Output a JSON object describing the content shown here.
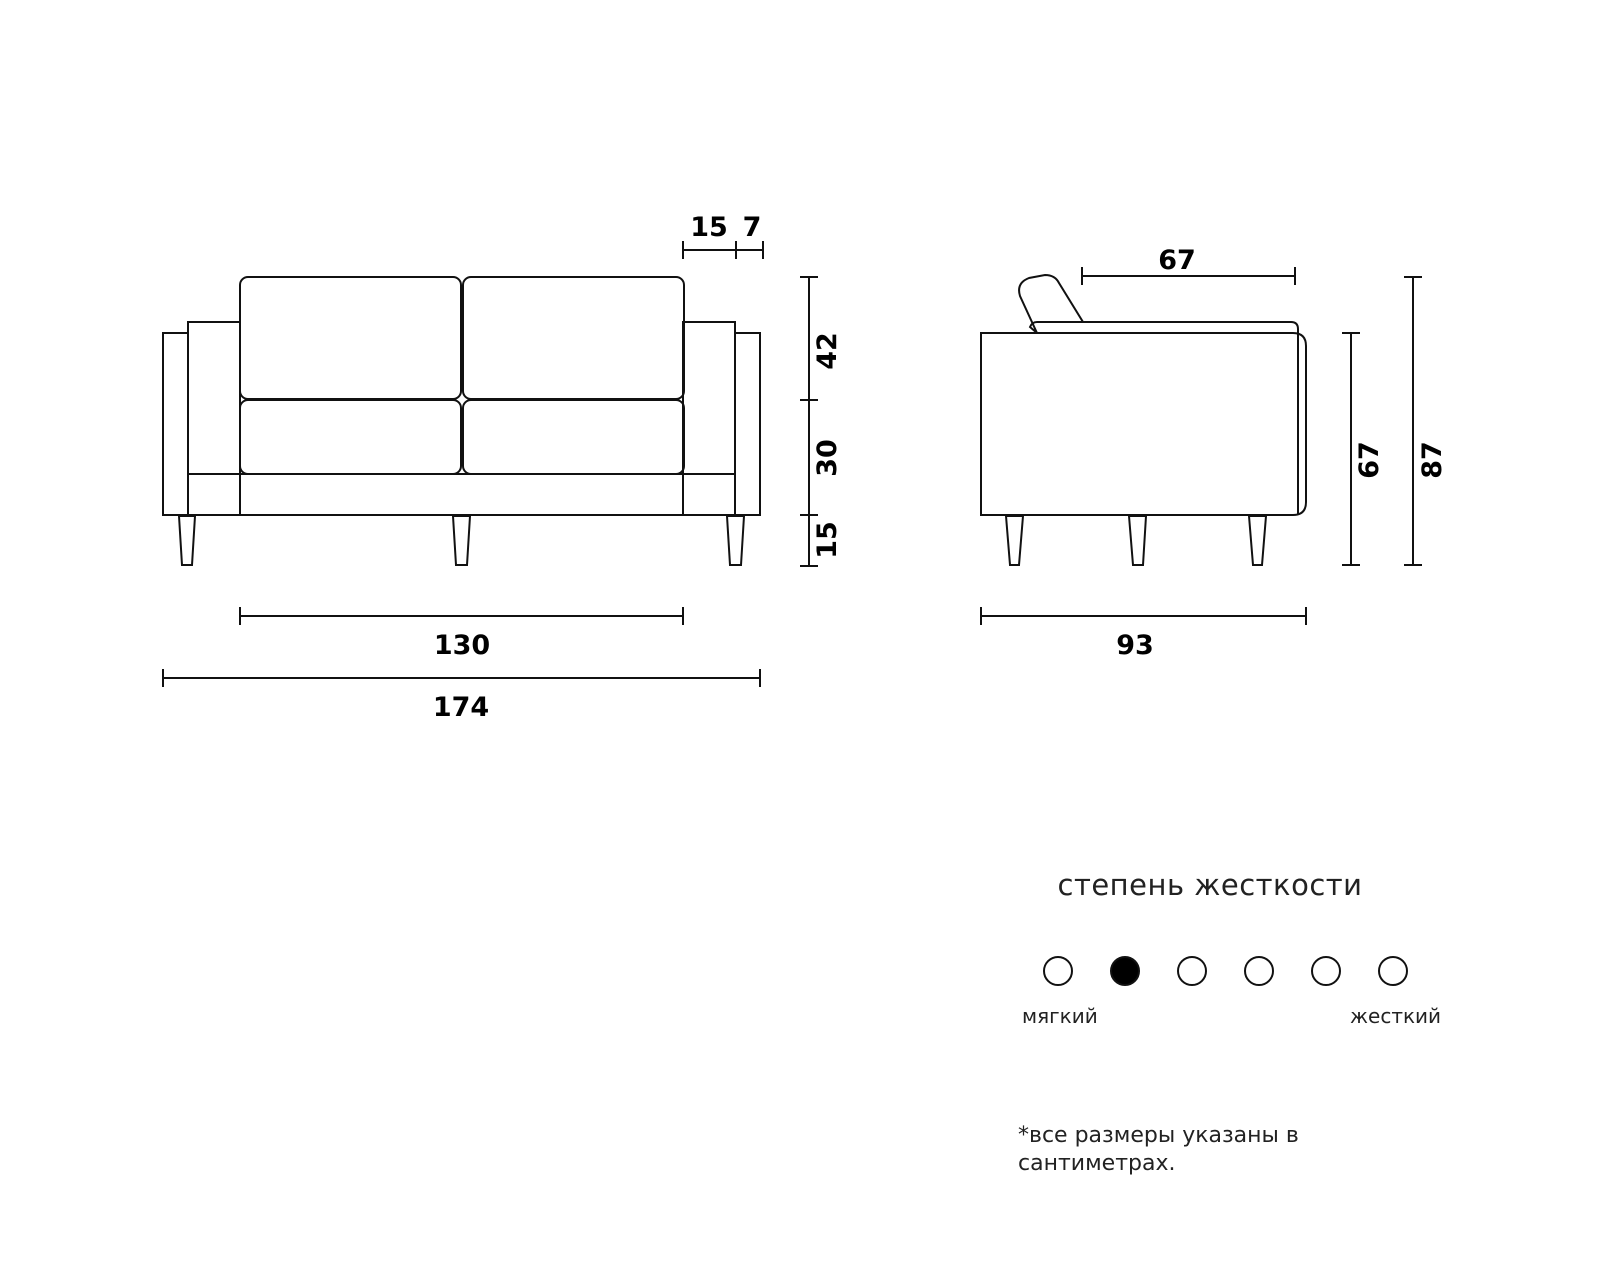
{
  "front_view": {
    "dimensions": {
      "armrest_width": "15",
      "armrest_side": "7",
      "back_height": "42",
      "seat_height": "30",
      "leg_height": "15",
      "seat_width": "130",
      "total_width": "174"
    }
  },
  "side_view": {
    "dimensions": {
      "seat_depth": "67",
      "arm_height": "67",
      "total_height": "87",
      "total_depth": "93"
    }
  },
  "firmness": {
    "title": "степень жесткости",
    "min_label": "мягкий",
    "max_label": "жесткий",
    "levels": 6,
    "selected": 2
  },
  "note": "*все размеры указаны в сантиметрах."
}
